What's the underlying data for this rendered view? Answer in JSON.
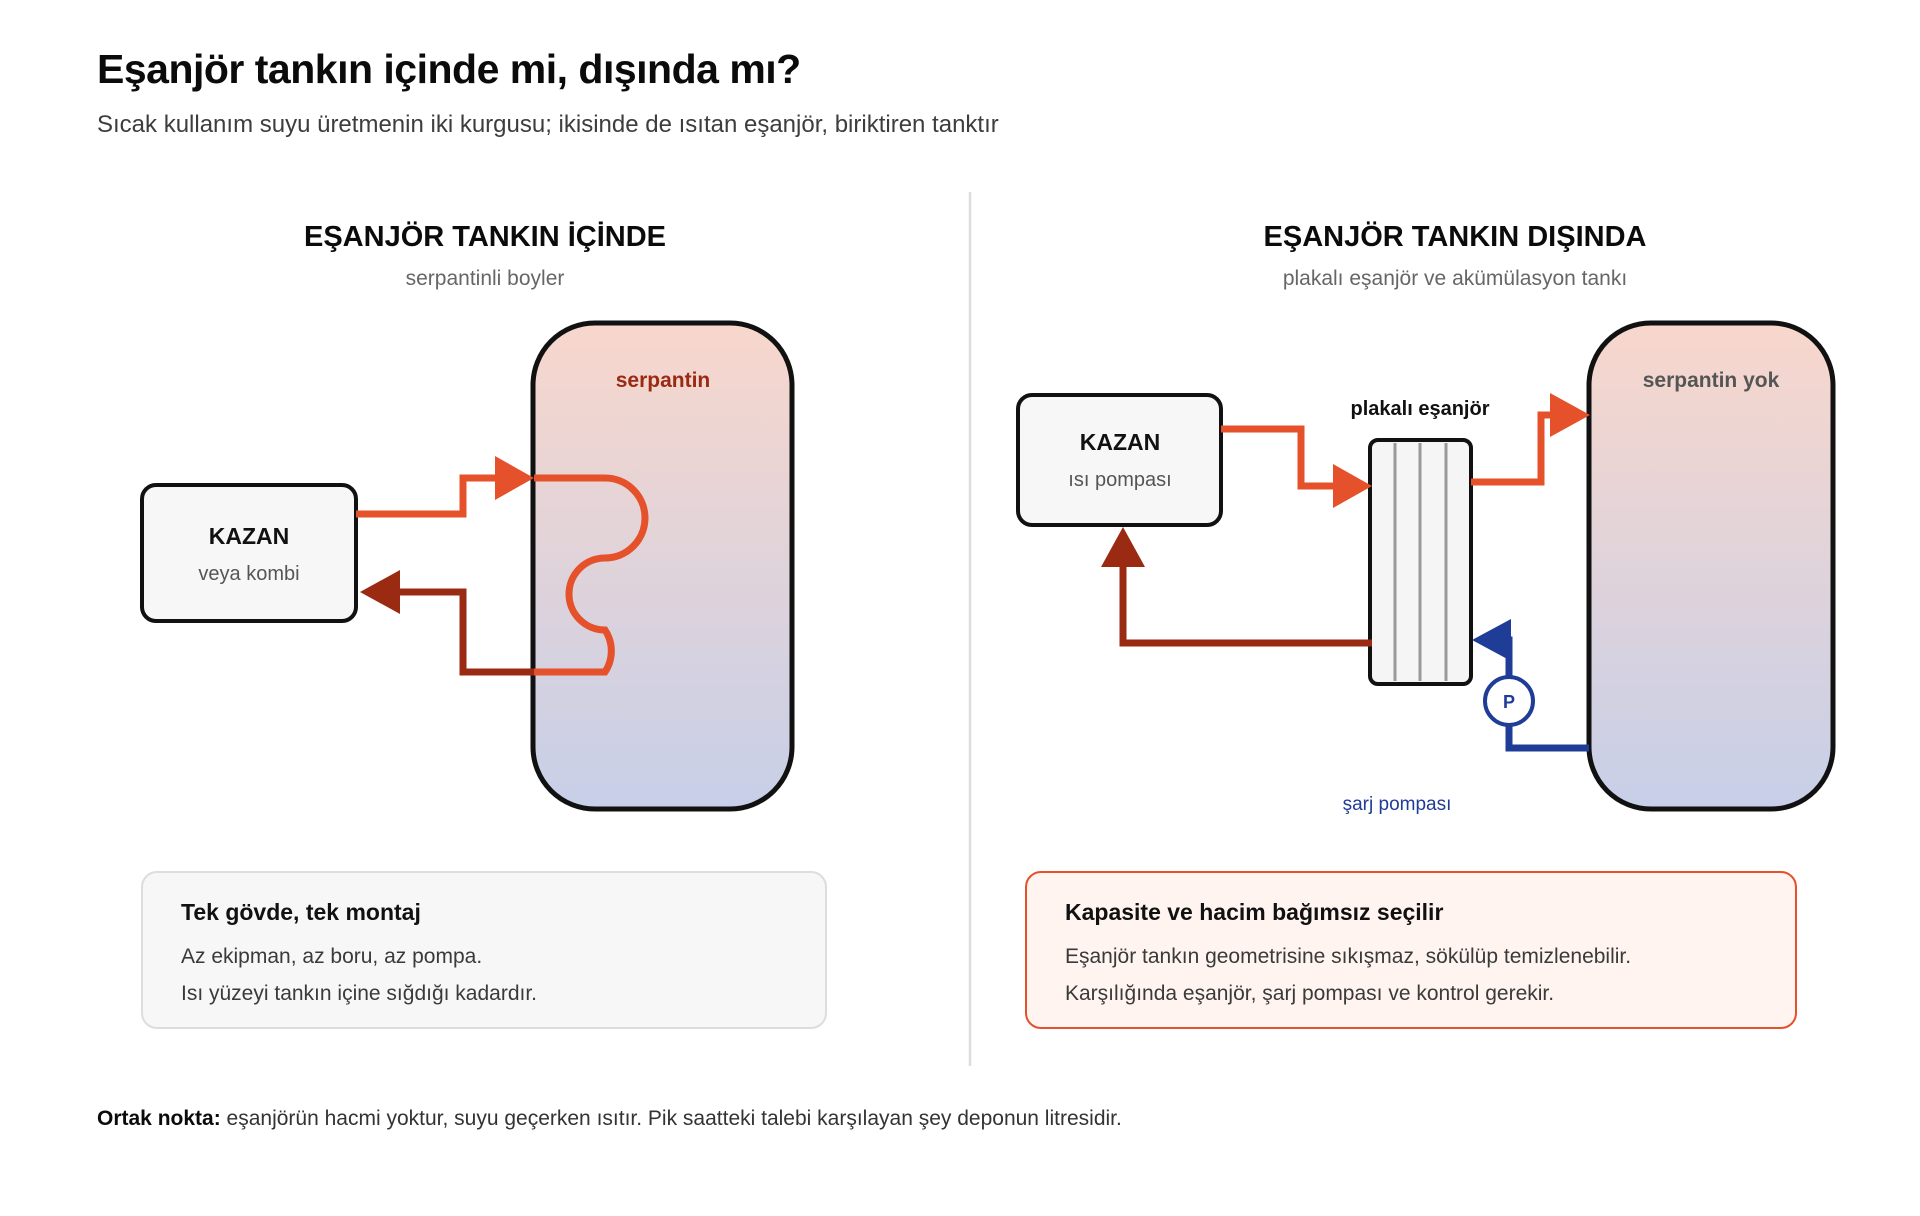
{
  "header": {
    "title": "Eşanjör tankın içinde mi, dışında mı?",
    "subtitle": "Sıcak kullanım suyu üretmenin iki kurgusu; ikisinde de ısıtan eşanjör, biriktiren tanktır"
  },
  "left": {
    "heading": "EŞANJÖR TANKIN İÇİNDE",
    "subheading": "serpantinli boyler",
    "boiler_title": "KAZAN",
    "boiler_sub": "veya kombi",
    "tank_label": "serpantin",
    "note_title": "Tek gövde, tek montaj",
    "note_lines": [
      "Az ekipman, az boru, az pompa.",
      "Isı yüzeyi tankın içine sığdığı kadardır."
    ]
  },
  "right": {
    "heading": "EŞANJÖR TANKIN DIŞINDA",
    "subheading": "plakalı eşanjör ve akümülasyon tankı",
    "boiler_title": "KAZAN",
    "boiler_sub": "ısı pompası",
    "exchanger_label": "plakalı eşanjör",
    "tank_label": "serpantin yok",
    "pump_symbol": "P",
    "pump_label": "şarj pompası",
    "note_title": "Kapasite ve hacim bağımsız seçilir",
    "note_lines": [
      "Eşanjör tankın geometrisine sıkışmaz, sökülüp temizlenebilir.",
      "Karşılığında eşanjör, şarj pompası ve kontrol gerekir."
    ]
  },
  "footer": {
    "label": "Ortak nokta:",
    "text": " eşanjörün hacmi yoktur, suyu geçerken ısıtır. Pik saatteki talebi karşılayan şey deponun litresidir."
  },
  "colors": {
    "hot": "#e4512a",
    "return": "#9a2a12",
    "cold": "#1f3c96",
    "tank_top": "#f8d7cc",
    "tank_bottom": "#c7cfe8",
    "divider": "#dddddd"
  }
}
